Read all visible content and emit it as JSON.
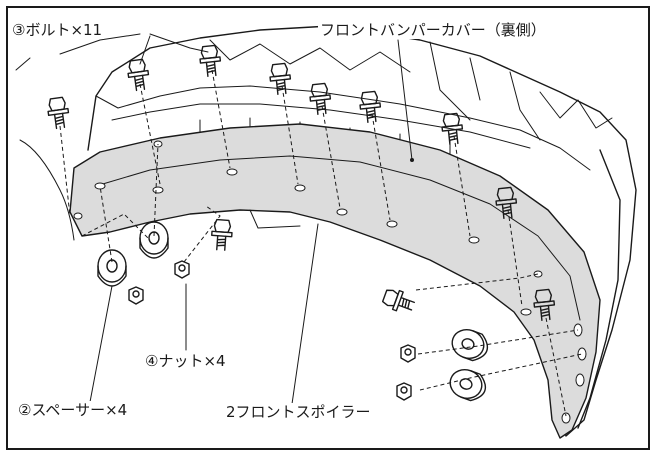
{
  "labels": {
    "bolt": "③ボルト×11",
    "bumper_cover": "フロントバンパーカバー（裏側）",
    "nut": "④ナット×4",
    "spacer": "②スペーサー×4",
    "front_spoiler": "2フロントスポイラー"
  },
  "colors": {
    "line": "#1a1a1a",
    "spoiler_fill": "#dcdcdc",
    "background": "#ffffff"
  }
}
